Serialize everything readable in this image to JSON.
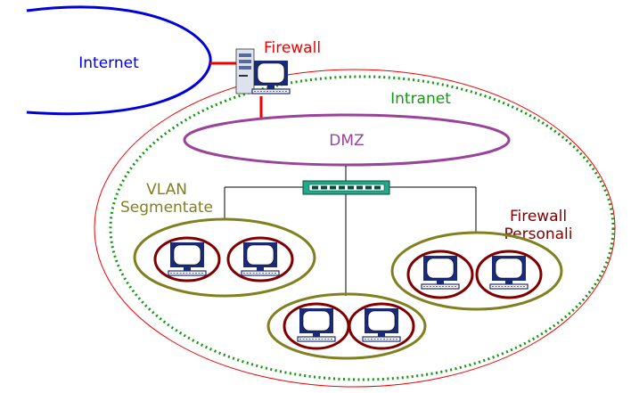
{
  "labels": {
    "internet": "Internet",
    "firewall": "Firewall",
    "intranet": "Intranet",
    "dmz": "DMZ",
    "vlan_line1": "VLAN",
    "vlan_line2": "Segmentate",
    "personal_fw_line1": "Firewall",
    "personal_fw_line2": "Personali"
  },
  "icons": {
    "firewall_server": "server-computer-icon",
    "switch": "network-switch-icon",
    "workstation": "computer-icon"
  },
  "colors": {
    "internet": "#0000dd",
    "firewall": "#ee0000",
    "intranet": "#119911",
    "dmz": "#994499",
    "vlan": "#808020",
    "personal_firewall": "#800000",
    "switch": "#22aa88",
    "computer": "#1a2a7a"
  }
}
